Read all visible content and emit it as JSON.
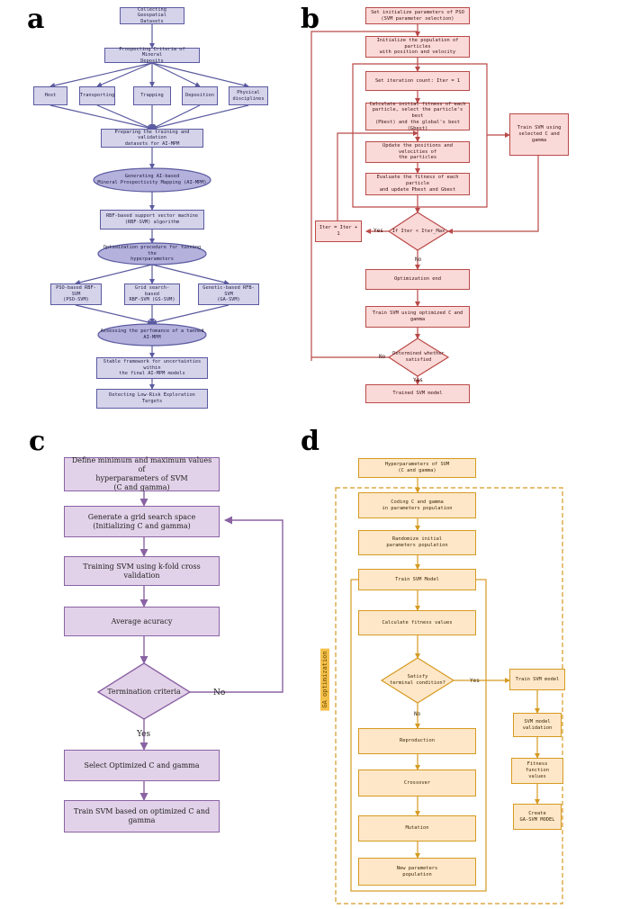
{
  "panel_a": {
    "letter": "a",
    "collect": "Collecting Geospatial\nDatasets",
    "prospecting": "Prospecting Criteria of Mineral\nDeposits",
    "host": "Host",
    "transporting": "Transporting",
    "trapping": "Trapping",
    "deposition": "Deposition",
    "physical": "Physical\ndisciplines",
    "preparing": "Preparing the training and validation\ndatasets for AI-MPM",
    "generating": "Generating AI-based\nMineral Prospectivity Mapping (AI-MPM)",
    "rbf": "RBF-based support vector machine\n(RBF-SVM) algorithm",
    "optimization": "Optimization procedure for tunning the\nhyperparameters",
    "pso": "PSO-based RBF-SVM\n(PSO-SVM)",
    "grid": "Grid search-based\nRBF-SVM (GS-SVM)",
    "genetic": "Genetic-based RFB-SVM\n(GA-SVM)",
    "assessing": "Assessing the perfomance of a tanned\nAI-MPM",
    "stable": "Stable framework for uncertainties\nwithin\nthe final AI-MPM models",
    "detecting": "Detecting Low-Risk Exploration Targets"
  },
  "panel_b": {
    "letter": "b",
    "set_params": "Set initialize parameters of PSO\n(SVM parameter selection)",
    "init_pop": "Initialize the population of particles\nwith position and velocity",
    "set_iter": "Set iteration count: Iter = 1",
    "calc_fitness": "Calculate initial fitness of each\nparticle, select the particle's best\n(Pbest) and the global's best (Gbest)",
    "update_pos": "Update the positions and velocities of\nthe particles",
    "evaluate": "Evaluate the fitness of each particle\nand update Pbest and Gbest",
    "train_selected": "Train SVM using\nselected C and gamma",
    "condition": "If Iter < Iter_Max",
    "iter_inc": "Iter = Iter + 1",
    "yes": "Yes",
    "no": "No",
    "optimization_end": "Optimization end",
    "train_optimized": "Train SVM using optimized C and gamma",
    "determined": "Determined whether\nsatisfied",
    "no2": "No",
    "yes2": "Yes",
    "trained": "Trained SVM model"
  },
  "panel_c": {
    "letter": "c",
    "define": "Define minimum and maximum values of\nhyperparameters of SVM\n(C and gamma)",
    "generate": "Generate a grid search space\n(Initializing C and gamma)",
    "training": "Training SVM using k-fold cross\nvalidation",
    "average": "Average acuracy",
    "termination": "Termination criteria",
    "no": "No",
    "yes": "Yes",
    "select": "Select Optimized C and gamma",
    "train": "Train SVM based on optimized C and\ngamma"
  },
  "panel_d": {
    "letter": "d",
    "hyper": "Hyperparameters of SVM\n(C and gamma)",
    "coding": "Coding C and gamma\nin parameters population",
    "randomize": "Randomize initial\nparameters population",
    "train_model": "Train SVM Model",
    "calc_fitness": "Calculate fitness values",
    "satisfy": "Satisfy\nterminal condition?",
    "yes": "Yes",
    "no": "No",
    "reproduction": "Reproduction",
    "crossover": "Crossover",
    "mutation": "Mutation",
    "new_params": "New parameters\npopulation",
    "ga_label": "GA optimization",
    "train_svm": "Train SVM model",
    "svm_validation": "SVM model\nvalidation",
    "fitness_function": "Fitness function\nvalues",
    "create": "Create\nGA-SVM MODEL"
  },
  "colors": {
    "a_fill": "#d5d3ea",
    "a_stroke": "#5a5aa0",
    "b_fill": "#fadad8",
    "b_stroke": "#b94a48",
    "c_fill": "#e2d2e9",
    "c_stroke": "#8a63a4",
    "d_fill": "#fde7c8",
    "d_stroke": "#d69a22"
  }
}
